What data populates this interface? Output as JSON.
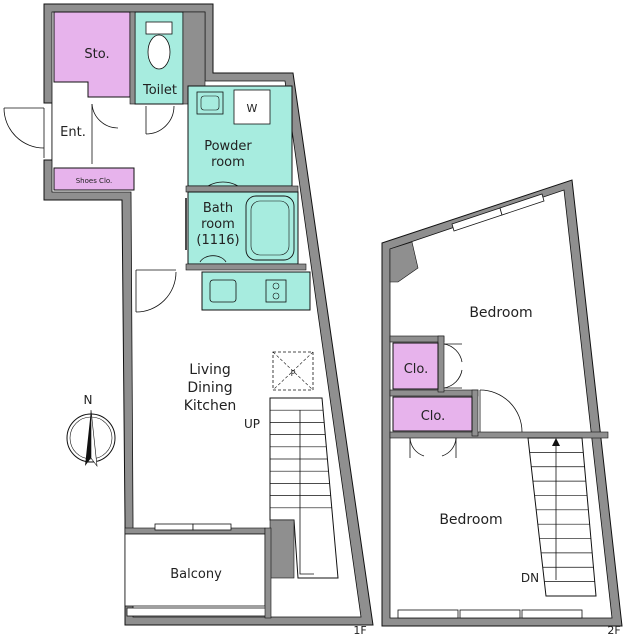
{
  "floor1": {
    "rooms": {
      "storage": "Sto.",
      "toilet": "Toilet",
      "washer": "W",
      "entrance": "Ent.",
      "powder_room": [
        "Powder",
        "room"
      ],
      "shoes_closet": "Shoes Clo.",
      "bath_room": [
        "Bath",
        "room",
        "(1116)"
      ],
      "ldk": [
        "Living",
        "Dining",
        "Kitchen"
      ],
      "balcony": "Balcony"
    },
    "stair_label": "UP",
    "pipe_label": "P",
    "compass_label": "N",
    "floor_label": "1F"
  },
  "floor2": {
    "rooms": {
      "bedroom_north": "Bedroom",
      "closet_1": "Clo.",
      "closet_2": "Clo.",
      "bedroom_south": "Bedroom"
    },
    "stair_label": "DN",
    "floor_label": "2F"
  },
  "colors": {
    "wall": "#8f8f8f",
    "storage_closet": "#e7b3ec",
    "wet_area": "#a7ecdf",
    "outline": "#111111"
  }
}
